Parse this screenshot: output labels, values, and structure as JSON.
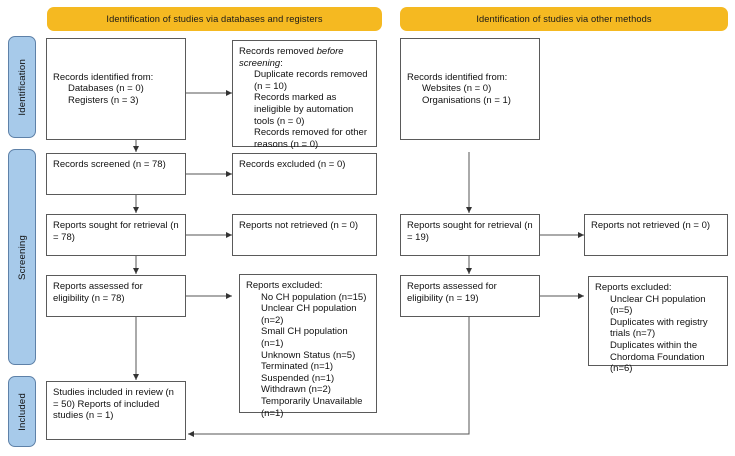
{
  "headers": {
    "left": "Identification of studies via databases and registers",
    "right": "Identification of studies via other methods"
  },
  "stages": [
    {
      "key": "identification",
      "label": "Identification"
    },
    {
      "key": "screening",
      "label": "Screening"
    },
    {
      "key": "included",
      "label": "Included"
    }
  ],
  "left_column": {
    "identified": {
      "title": "Records identified from:",
      "items": [
        "Databases (n = 0)",
        "Registers (n = 3)"
      ]
    },
    "removed_before_screening": {
      "title_plain": "Records removed ",
      "title_italic": "before screening",
      "title_colon": ":",
      "items": [
        "Duplicate records removed  (n = 10)",
        "Records marked as ineligible by automation tools (n = 0)",
        "Records removed for other reasons (n = 0)"
      ]
    },
    "records_screened": "Records screened (n = 78)",
    "records_excluded": "Records excluded (n = 0)",
    "reports_sought": "Reports sought for retrieval (n = 78)",
    "reports_not_retrieved": "Reports not retrieved (n = 0)",
    "reports_assessed": "Reports assessed for eligibility (n = 78)",
    "reports_excluded": {
      "title": "Reports excluded:",
      "items": [
        "No CH population (n=15)",
        "Unclear CH population (n=2)",
        "Small CH population (n=1)",
        "Unknown Status (n=5)",
        "Terminated (n=1)",
        "Suspended (n=1)",
        "Withdrawn (n=2)",
        "Temporarily Unavailable (n=1)"
      ]
    },
    "included": "Studies included in review (n = 50) Reports of included studies (n = 1)"
  },
  "right_column": {
    "identified": {
      "title": "Records identified from:",
      "items": [
        "Websites (n = 0)",
        "Organisations (n = 1)"
      ]
    },
    "reports_sought": "Reports sought for retrieval (n = 19)",
    "reports_not_retrieved": "Reports not retrieved (n = 0)",
    "reports_assessed": "Reports assessed for eligibility (n = 19)",
    "reports_excluded": {
      "title": "Reports excluded:",
      "items": [
        "Unclear CH population (n=5)",
        "Duplicates with registry trials (n=7)",
        "Duplicates within the Chordoma Foundation (n=6)"
      ]
    }
  },
  "colors": {
    "header_gold": "#F5B921",
    "stage_blue": "#A7CAEA",
    "stage_border": "#5E81A8",
    "box_border": "#5a5a5a",
    "line": "#555555"
  }
}
